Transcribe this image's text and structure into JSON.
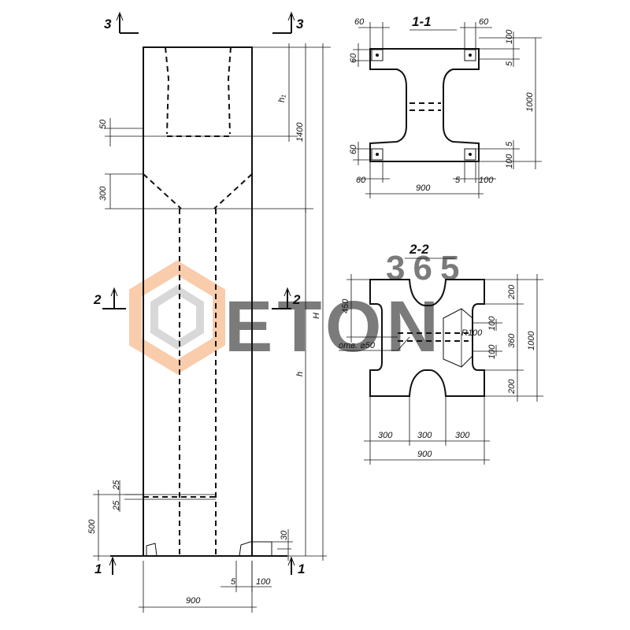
{
  "sections": {
    "s11": "1-1",
    "s22": "2-2",
    "m1": "1",
    "m2": "2",
    "m3": "3"
  },
  "elevation": {
    "d50": "50",
    "d1400": "1400",
    "d300": "300",
    "h1": "h₁",
    "H": "H",
    "h": "h",
    "d25a": "25",
    "d25b": "25",
    "d500": "500",
    "d30": "30",
    "d5": "5",
    "d100": "100",
    "d900": "900"
  },
  "section11": {
    "d60tl": "60",
    "d60tr": "60",
    "d100tr": "100",
    "d60lt": "60",
    "d5rt": "5",
    "d1000": "1000",
    "d60lb": "60",
    "d5rb": "5",
    "d100rb": "100",
    "d60bl": "60",
    "d5b": "5",
    "d100b": "100",
    "d900": "900"
  },
  "section22": {
    "d450": "450",
    "r100": "R100",
    "hole": "отв. ⌀50",
    "d200t": "200",
    "d100a": "100",
    "d360": "360",
    "d1000": "1000",
    "d100b": "100",
    "d200b": "200",
    "d300a": "300",
    "d300b": "300",
    "d300c": "300",
    "d900": "900"
  },
  "watermark": {
    "brand": "ETON",
    "sub": "365",
    "color": "#f5a36a",
    "gray": "#b9b9b9"
  }
}
